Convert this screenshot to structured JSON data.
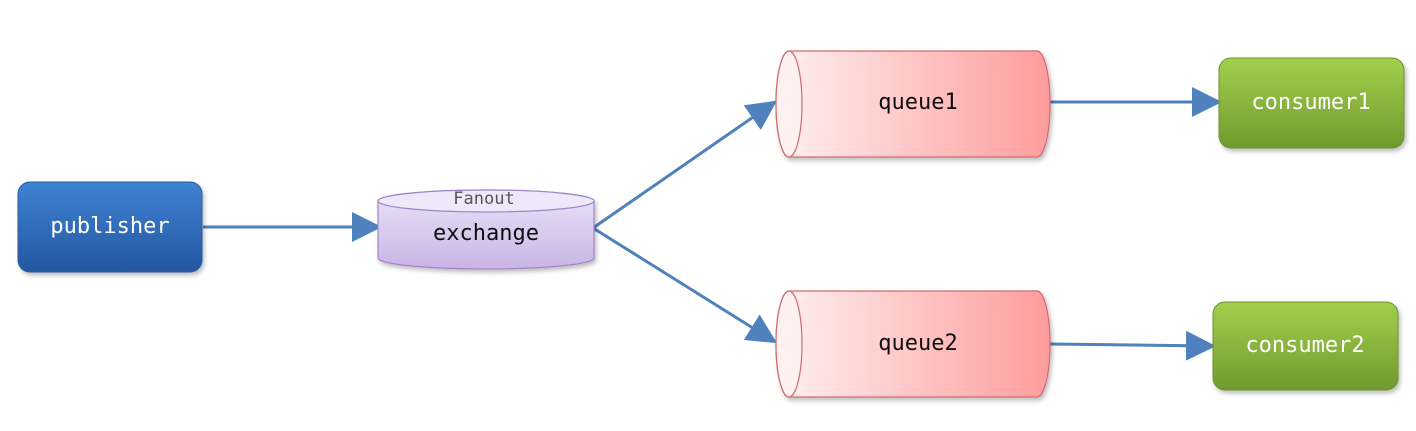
{
  "nodes": {
    "publisher": {
      "label": "publisher",
      "color": "#2e6fbf"
    },
    "exchange": {
      "type_label": "Fanout",
      "label": "exchange",
      "color": "#d9c8ee"
    },
    "queue1": {
      "label": "queue1",
      "color": "#ff9f9f"
    },
    "queue2": {
      "label": "queue2",
      "color": "#ff9f9f"
    },
    "consumer1": {
      "label": "consumer1",
      "color": "#8dbb3f"
    },
    "consumer2": {
      "label": "consumer2",
      "color": "#8dbb3f"
    }
  },
  "edges": [
    {
      "from": "publisher",
      "to": "exchange"
    },
    {
      "from": "exchange",
      "to": "queue1"
    },
    {
      "from": "exchange",
      "to": "queue2"
    },
    {
      "from": "queue1",
      "to": "consumer1"
    },
    {
      "from": "queue2",
      "to": "consumer2"
    }
  ],
  "colors": {
    "edge": "#4f81bd"
  }
}
